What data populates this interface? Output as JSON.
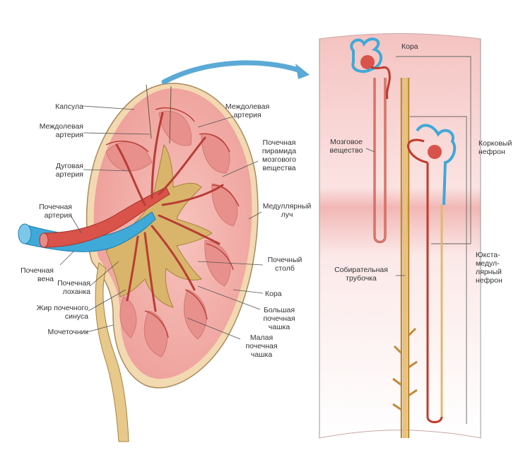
{
  "colors": {
    "cortex": "#f2a7a4",
    "medulla_pyramid": "#e98f8c",
    "artery": "#d9534a",
    "vein": "#3fa9d8",
    "pelvis": "#d8b56a",
    "capsule": "#f3d9b1",
    "arrow": "#5aa9d6",
    "column_bg": "#f8d4d2"
  },
  "labels": {
    "capsule": "Капсула",
    "interlobar_artery_left": "Междолевая\nартерия",
    "arcuate_artery": "Дуговая\nартерия",
    "renal_artery": "Почечная\nартерия",
    "renal_vein": "Почечная\nвена",
    "renal_pelvis": "Почечная\nлоханка",
    "sinus_fat": "Жир почечного\nсинуса",
    "ureter": "Мочеточник",
    "interlobar_artery_top": "Междолевая\nартерия",
    "renal_pyramid": "Почечная\nпирамида\nмозгового\nвещества",
    "medullary_ray": "Медуллярный\nлуч",
    "renal_column": "Почечный\nстолб",
    "cortex_kidney": "Кора",
    "major_calyx": "Большая\nпочечная\nчашка",
    "minor_calyx": "Малая\nпочечная\nчашка",
    "cortex_column": "Кора",
    "medulla": "Мозговое\nвещество",
    "cortical_nephron": "Корковый\nнефрон",
    "collecting_duct": "Собирательная\nтрубочка",
    "juxtamedullary_nephron": "Юкста-\nмедул-\nлярный\nнефрон"
  }
}
